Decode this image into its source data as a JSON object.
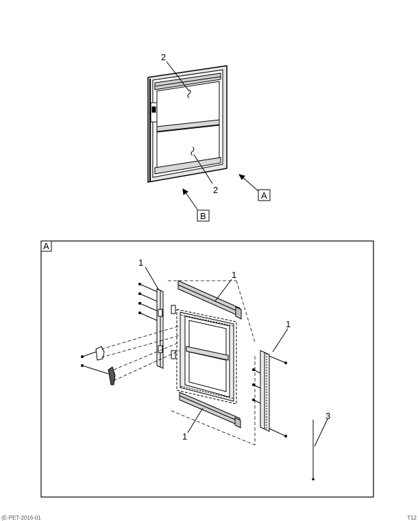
{
  "top_view": {
    "callouts": [
      "2",
      "2"
    ],
    "view_labels": [
      "A",
      "B"
    ]
  },
  "detail_a": {
    "box_label": "A",
    "callouts": [
      "1",
      "1",
      "1",
      "1",
      "3"
    ]
  },
  "footer": {
    "left": "(E-PET-2016-01",
    "right": "T12"
  }
}
